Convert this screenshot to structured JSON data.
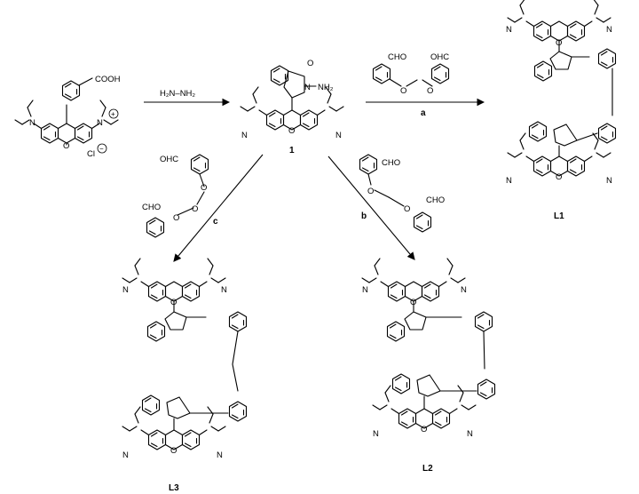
{
  "scheme": {
    "reagent_hydrazine": "H₂N–NH₂",
    "starting_material": {
      "group_acid": "COOH",
      "amine_left": "N",
      "amine_right": "N",
      "charge": "+",
      "counter_ion": "Cl",
      "counter_charge": "−",
      "ring_oxygen": "O"
    },
    "compound_1": {
      "label": "1",
      "carbonyl_o": "O",
      "n_ring": "N",
      "nh2": "NH₂",
      "amine_left": "N",
      "amine_right": "N",
      "ring_oxygen": "O"
    },
    "route_a": {
      "label": "a",
      "cho_left": "CHO",
      "cho_right": "OHC",
      "ether_o1": "O",
      "ether_o2": "O"
    },
    "route_b": {
      "label": "b",
      "cho_top": "CHO",
      "cho_bottom": "CHO",
      "ether_o1": "O",
      "ether_o2": "O"
    },
    "route_c": {
      "label": "c",
      "cho_top": "OHC",
      "cho_bottom": "CHO",
      "ether_o1": "O",
      "ether_o2": "O",
      "ether_o3": "O"
    },
    "products": {
      "L1": "L1",
      "L2": "L2",
      "L3": "L3",
      "atom_N": "N",
      "atom_O": "O"
    }
  }
}
